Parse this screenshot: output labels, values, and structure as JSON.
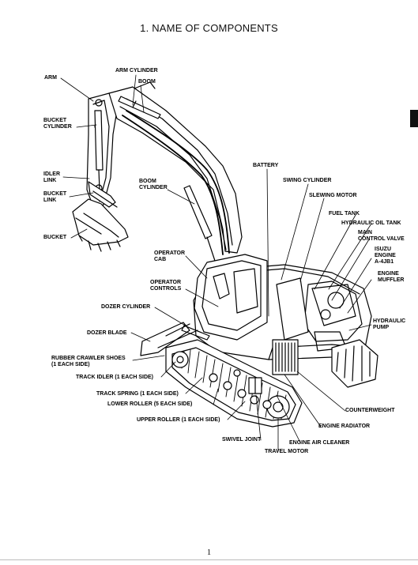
{
  "document": {
    "title": "1.   NAME OF COMPONENTS",
    "page_number": "1"
  },
  "labels": {
    "arm": "ARM",
    "arm_cylinder": "ARM CYLINDER",
    "boom": "BOOM",
    "bucket_cylinder_1": "BUCKET",
    "bucket_cylinder_2": "CYLINDER",
    "idler_link_1": "IDLER",
    "idler_link_2": "LINK",
    "bucket_link_1": "BUCKET",
    "bucket_link_2": "LINK",
    "bucket": "BUCKET",
    "boom_cylinder_1": "BOOM",
    "boom_cylinder_2": "CYLINDER",
    "battery": "BATTERY",
    "swing_cylinder": "SWING CYLINDER",
    "slewing_motor": "SLEWING MOTOR",
    "fuel_tank": "FUEL TANK",
    "hydraulic_oil_tank": "HYDRAULIC OIL TANK",
    "main_control_valve_1": "MAIN",
    "main_control_valve_2": "CONTROL VALVE",
    "isuzu_engine_1": "ISUZU",
    "isuzu_engine_2": "ENGINE",
    "isuzu_engine_3": "A-4JB1",
    "engine_muffler_1": "ENGINE",
    "engine_muffler_2": "MUFFLER",
    "operator_cab_1": "OPERATOR",
    "operator_cab_2": "CAB",
    "operator_controls_1": "OPERATOR",
    "operator_controls_2": "CONTROLS",
    "dozer_cylinder": "DOZER CYLINDER",
    "dozer_blade": "DOZER BLADE",
    "hydraulic_pump_1": "HYDRAULIC",
    "hydraulic_pump_2": "PUMP",
    "rubber_crawler_shoes_1": "RUBBER CRAWLER SHOES",
    "rubber_crawler_shoes_2": "(1 EACH SIDE)",
    "track_idler": "TRACK IDLER (1 EACH SIDE)",
    "track_spring": "TRACK SPRING (1 EACH SIDE)",
    "lower_roller": "LOWER ROLLER (5 EACH SIDE)",
    "upper_roller": "UPPER ROLLER (1 EACH SIDE)",
    "counterweight": "COUNTERWEIGHT",
    "engine_radiator": "ENGINE RADIATOR",
    "swivel_joint": "SWIVEL JOINT",
    "engine_air_cleaner": "ENGINE AIR CLEANER",
    "travel_motor": "TRAVEL MOTOR"
  }
}
